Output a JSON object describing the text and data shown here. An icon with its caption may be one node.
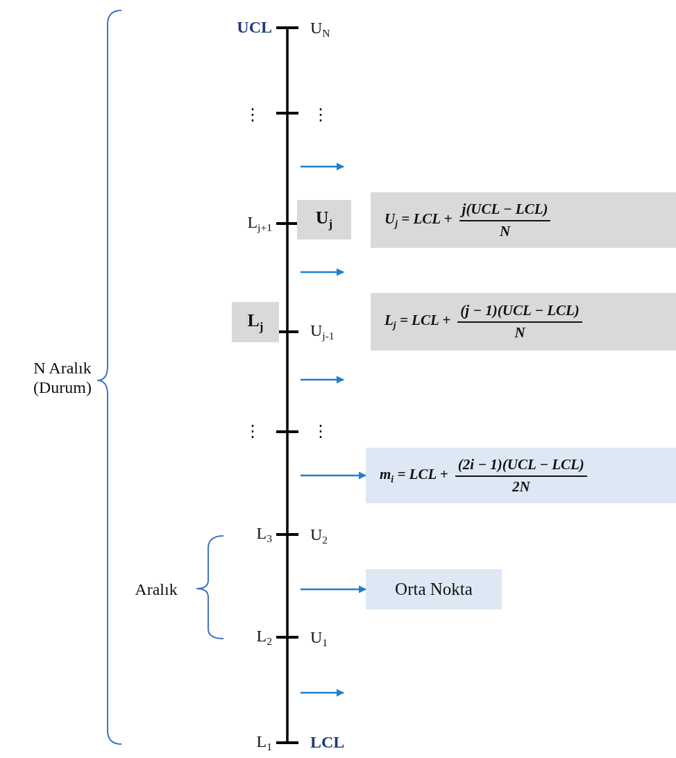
{
  "diagram": {
    "nodes": [
      {
        "text": [
          "U$_{j}$"
        ]
      },
      {
        "text": [
          "U$_{j}$ = LCL +",
          "j(UCL − LCL)",
          "N"
        ]
      },
      {
        "text": [
          "L$_{j}$"
        ]
      },
      {
        "text": [
          "L$_{j}$ = LCL +",
          "(j − 1)(UCL − LCL)",
          "N"
        ]
      },
      {
        "text": [
          "m$_{i}$ = LCL +",
          "(2i − 1)(UCL − LCL)",
          "2N"
        ]
      },
      {
        "text": [
          "Orta Nokta"
        ]
      }
    ],
    "edges": [
      {
        "from": null,
        "to": 4,
        "arrow": "to",
        "color": "#1f7fcf"
      },
      {
        "from": null,
        "to": 5,
        "arrow": "to",
        "color": "#1f7fcf"
      }
    ],
    "labels": [
      "UCL",
      "U$_{N}$",
      "⋮",
      "⋮",
      "L$_{j+1}$",
      "U$_{j-1}$",
      "⋮",
      "⋮",
      "L$_{3}$",
      "U$_{2}$",
      "N Aralık (Durum)",
      "Aralık",
      "L$_{2}$",
      "U$_{1}$",
      "L$_{1}$",
      "LCL"
    ]
  }
}
